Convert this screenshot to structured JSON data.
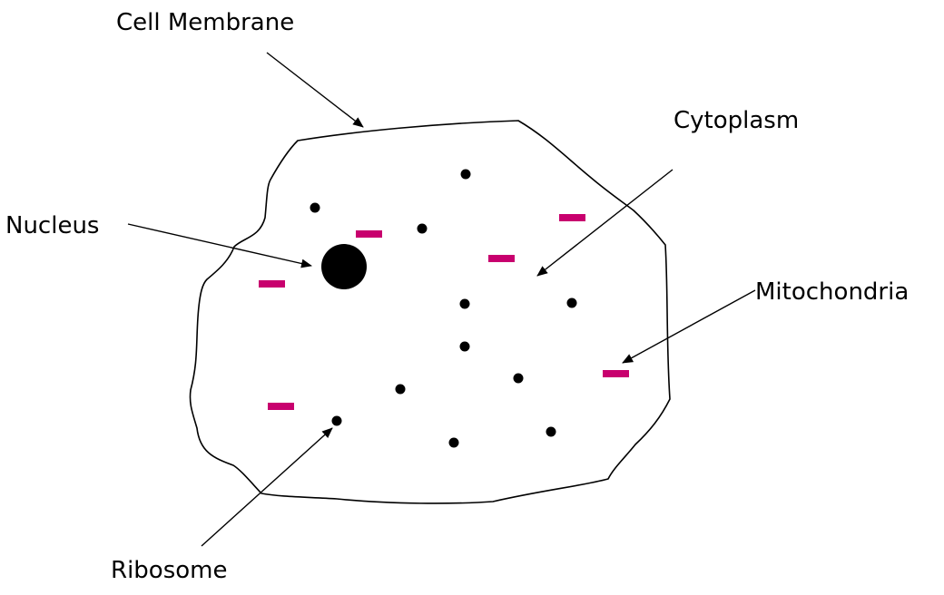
{
  "labels": {
    "cell_membrane": "Cell Membrane",
    "cytoplasm": "Cytoplasm",
    "nucleus": "Nucleus",
    "mitochondria": "Mitochondria",
    "ribosome": "Ribosome"
  },
  "colors": {
    "outline": "#000000",
    "nucleus": "#000000",
    "ribosome": "#000000",
    "mitochondria": "#c8006e",
    "background": "#ffffff"
  }
}
